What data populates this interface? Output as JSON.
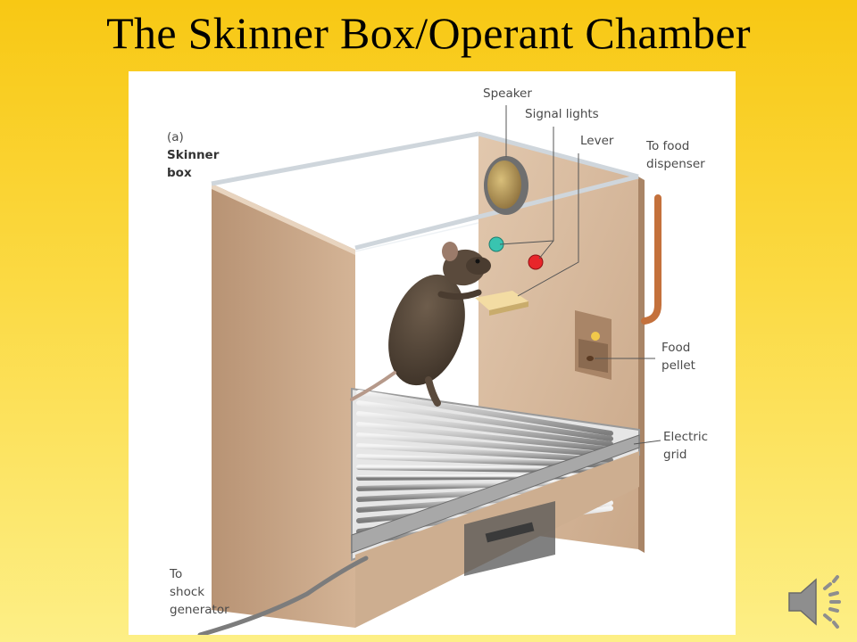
{
  "slide": {
    "title": "The Skinner Box/Operant Chamber"
  },
  "figure": {
    "panel_tag": "(a)",
    "box_title_line1": "Skinner",
    "box_title_line2": "box",
    "labels": {
      "speaker": "Speaker",
      "signal_lights": "Signal lights",
      "lever": "Lever",
      "food_dispenser_line1": "To food",
      "food_dispenser_line2": "dispenser",
      "food_pellet_line1": "Food",
      "food_pellet_line2": "pellet",
      "electric_grid_line1": "Electric",
      "electric_grid_line2": "grid",
      "shock_line1": "To",
      "shock_line2": "shock",
      "shock_line3": "generator"
    }
  },
  "colors": {
    "box_wall": "#c9a98a",
    "box_wall_dark": "#a98567",
    "grid_metal": "#d8d8d8",
    "light_teal": "#39c4b0",
    "light_red": "#e8262a",
    "pipe_copper": "#c4713c"
  },
  "icons": {
    "audio": "speaker-icon"
  }
}
